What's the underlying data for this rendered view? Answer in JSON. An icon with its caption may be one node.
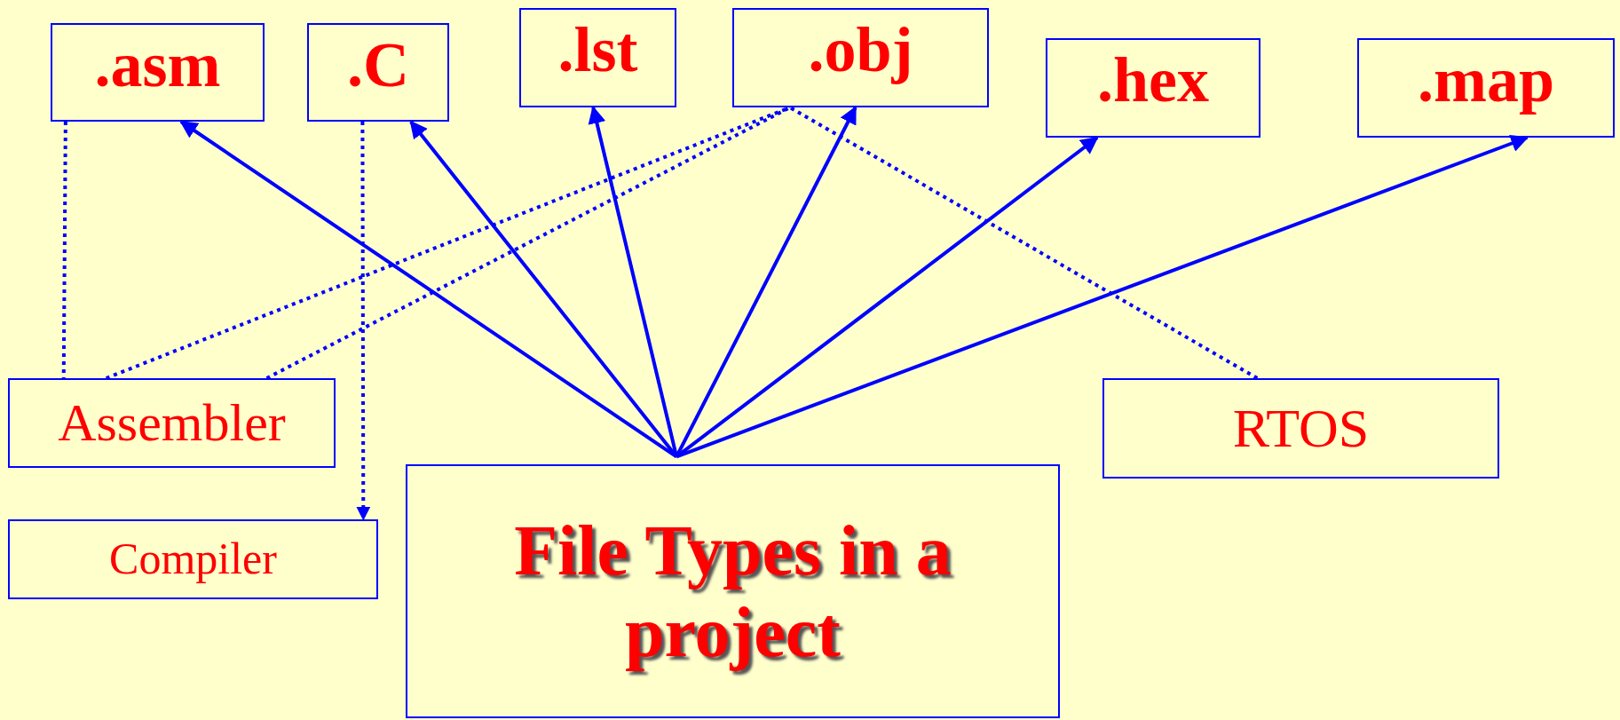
{
  "diagram": {
    "nodes": [
      {
        "text": [
          ".asm"
        ]
      },
      {
        "text": [
          ".C"
        ]
      },
      {
        "text": [
          ".lst"
        ]
      },
      {
        "text": [
          ".obj"
        ]
      },
      {
        "text": [
          ".hex"
        ]
      },
      {
        "text": [
          ".map"
        ]
      },
      {
        "text": [
          "Assembler"
        ]
      },
      {
        "text": [
          "RTOS"
        ]
      },
      {
        "text": [
          "Compiler"
        ]
      },
      {
        "text": [
          "File Types in a project"
        ]
      }
    ],
    "edges": [
      {
        "from": 9,
        "to": 0,
        "arrow": "to"
      },
      {
        "from": 9,
        "to": 1,
        "arrow": "to"
      },
      {
        "from": 9,
        "to": 2,
        "arrow": "to"
      },
      {
        "from": 9,
        "to": 3,
        "arrow": "to"
      },
      {
        "from": 9,
        "to": 4,
        "arrow": "to"
      },
      {
        "from": 9,
        "to": 5,
        "arrow": "to"
      },
      {
        "from": 0,
        "to": 6,
        "arrow": "none",
        "style": "dashed"
      },
      {
        "from": 1,
        "to": 8,
        "arrow": "to",
        "style": "dashed"
      },
      {
        "from": 6,
        "to": 3,
        "arrow": "none",
        "style": "dashed"
      },
      {
        "from": 6,
        "to": 3,
        "arrow": "none",
        "style": "dashed"
      },
      {
        "from": 7,
        "to": 3,
        "arrow": "none",
        "style": "dashed"
      }
    ]
  }
}
